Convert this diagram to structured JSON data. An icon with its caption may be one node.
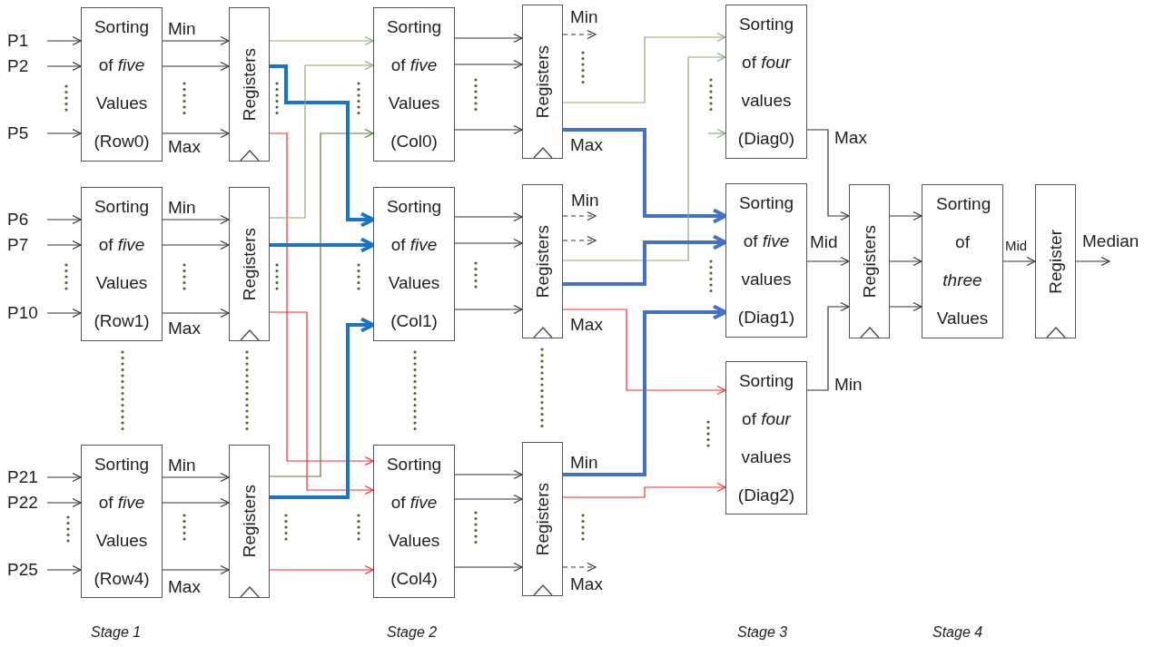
{
  "diagram": {
    "nodes": [
      {
        "text": [
          "P1"
        ]
      },
      {
        "text": [
          "P2"
        ]
      },
      {
        "text": [
          "P5"
        ]
      },
      {
        "text": [
          "P6"
        ]
      },
      {
        "text": [
          "P7"
        ]
      },
      {
        "text": [
          "P10"
        ]
      },
      {
        "text": [
          "P21"
        ]
      },
      {
        "text": [
          "P22"
        ]
      },
      {
        "text": [
          "P25"
        ]
      },
      {
        "text": [
          "Sorting of *five* Values (Row0)"
        ]
      },
      {
        "text": [
          "Sorting of *five* Values (Row1)"
        ]
      },
      {
        "text": [
          "Sorting of *five* Values (Row4)"
        ]
      },
      {
        "text": [
          "Registers"
        ]
      },
      {
        "text": [
          "Registers"
        ]
      },
      {
        "text": [
          "Registers"
        ]
      },
      {
        "text": [
          "Sorting of *five* Values (Col0)"
        ]
      },
      {
        "text": [
          "Sorting of *five* Values (Col1)"
        ]
      },
      {
        "text": [
          "Sorting of *five* Values (Col4)"
        ]
      },
      {
        "text": [
          "Registers"
        ]
      },
      {
        "text": [
          "Registers"
        ]
      },
      {
        "text": [
          "Registers"
        ]
      },
      {
        "text": [
          "Sorting of *four* values (Diag0)"
        ]
      },
      {
        "text": [
          "Sorting of *five* values (Diag1)"
        ]
      },
      {
        "text": [
          "Sorting of *four* values (Diag2)"
        ]
      },
      {
        "text": [
          "Registers"
        ]
      },
      {
        "text": [
          "Sorting of *three* Values"
        ]
      },
      {
        "text": [
          "Register"
        ]
      }
    ],
    "edges": [
      {
        "from": 0,
        "to": 9,
        "arrow": "to"
      },
      {
        "from": 1,
        "to": 9,
        "arrow": "to"
      },
      {
        "from": 2,
        "to": 9,
        "arrow": "to"
      },
      {
        "from": 3,
        "to": 10,
        "arrow": "to"
      },
      {
        "from": 4,
        "to": 10,
        "arrow": "to"
      },
      {
        "from": 5,
        "to": 10,
        "arrow": "to"
      },
      {
        "from": 6,
        "to": 11,
        "arrow": "to"
      },
      {
        "from": 7,
        "to": 11,
        "arrow": "to"
      },
      {
        "from": 8,
        "to": 11,
        "arrow": "to"
      },
      {
        "from": 9,
        "to": 12,
        "arrow": "to",
        "label": "Min"
      },
      {
        "from": 9,
        "to": 12,
        "arrow": "to"
      },
      {
        "from": 9,
        "to": 12,
        "arrow": "to",
        "label": "Max"
      },
      {
        "from": 10,
        "to": 13,
        "arrow": "to",
        "label": "Min"
      },
      {
        "from": 10,
        "to": 13,
        "arrow": "to"
      },
      {
        "from": 10,
        "to": 13,
        "arrow": "to",
        "label": "Max"
      },
      {
        "from": 11,
        "to": 14,
        "arrow": "to",
        "label": "Min"
      },
      {
        "from": 11,
        "to": 14,
        "arrow": "to"
      },
      {
        "from": 11,
        "to": 14,
        "arrow": "to",
        "label": "Max"
      },
      {
        "from": 12,
        "to": 15,
        "arrow": "to",
        "color": "#8ea97a"
      },
      {
        "from": 12,
        "to": 16,
        "arrow": "to",
        "style": "thick",
        "color": "#1a75c9"
      },
      {
        "from": 12,
        "to": 17,
        "arrow": "to",
        "color": "#ff2a2a"
      },
      {
        "from": 13,
        "to": 15,
        "arrow": "to",
        "color": "#8ea97a"
      },
      {
        "from": 13,
        "to": 16,
        "arrow": "to",
        "style": "thick",
        "color": "#1a75c9"
      },
      {
        "from": 13,
        "to": 17,
        "arrow": "to",
        "color": "#ff2a2a"
      },
      {
        "from": 14,
        "to": 15,
        "arrow": "to",
        "color": "#5a7a3a"
      },
      {
        "from": 14,
        "to": 16,
        "arrow": "to",
        "style": "thick",
        "color": "#1a75c9"
      },
      {
        "from": 14,
        "to": 17,
        "arrow": "to",
        "color": "#ff2a2a"
      },
      {
        "from": 15,
        "to": 18,
        "arrow": "to"
      },
      {
        "from": 15,
        "to": 18,
        "arrow": "to"
      },
      {
        "from": 15,
        "to": 18,
        "arrow": "to"
      },
      {
        "from": 16,
        "to": 19,
        "arrow": "to"
      },
      {
        "from": 16,
        "to": 19,
        "arrow": "to"
      },
      {
        "from": 16,
        "to": 19,
        "arrow": "to"
      },
      {
        "from": 17,
        "to": 20,
        "arrow": "to"
      },
      {
        "from": 17,
        "to": 20,
        "arrow": "to"
      },
      {
        "from": 17,
        "to": 20,
        "arrow": "to"
      },
      {
        "from": 18,
        "to": null,
        "arrow": "to",
        "style": "dashed",
        "label": "Min"
      },
      {
        "from": 18,
        "to": 21,
        "arrow": "to",
        "color": "#8ea97a"
      },
      {
        "from": 18,
        "to": 22,
        "arrow": "to",
        "style": "thick",
        "color": "#4472c4",
        "label": "Max"
      },
      {
        "from": 19,
        "to": null,
        "arrow": "to",
        "style": "dashed",
        "label": "Min"
      },
      {
        "from": 19,
        "to": null,
        "arrow": "to",
        "style": "dashed"
      },
      {
        "from": 19,
        "to": 21,
        "arrow": "to",
        "color": "#8ea97a"
      },
      {
        "from": 19,
        "to": 22,
        "arrow": "to",
        "style": "thick",
        "color": "#4472c4"
      },
      {
        "from": 19,
        "to": 23,
        "arrow": "to",
        "color": "#ff2a2a",
        "label": "Max"
      },
      {
        "from": 20,
        "to": 22,
        "arrow": "to",
        "style": "thick",
        "color": "#4472c4",
        "label": "Min"
      },
      {
        "from": 20,
        "to": 23,
        "arrow": "to",
        "color": "#ff2a2a"
      },
      {
        "from": 20,
        "to": null,
        "arrow": "to",
        "style": "dashed",
        "label": "Max"
      },
      {
        "from": null,
        "to": 21,
        "arrow": "to",
        "color": "#8ea97a"
      },
      {
        "from": 21,
        "to": 24,
        "arrow": "to",
        "label": "Max"
      },
      {
        "from": 22,
        "to": 24,
        "arrow": "to",
        "label": "Mid"
      },
      {
        "from": 23,
        "to": 24,
        "arrow": "to",
        "label": "Min"
      },
      {
        "from": 24,
        "to": 25,
        "arrow": "to"
      },
      {
        "from": 24,
        "to": 25,
        "arrow": "to"
      },
      {
        "from": 24,
        "to": 25,
        "arrow": "to"
      },
      {
        "from": 25,
        "to": 26,
        "arrow": "to",
        "label": "Mid"
      },
      {
        "from": 26,
        "to": null,
        "arrow": "to",
        "label": "Median"
      }
    ],
    "labels": [
      "Stage 1",
      "Stage 2",
      "Stage 3",
      "Stage 4"
    ]
  }
}
